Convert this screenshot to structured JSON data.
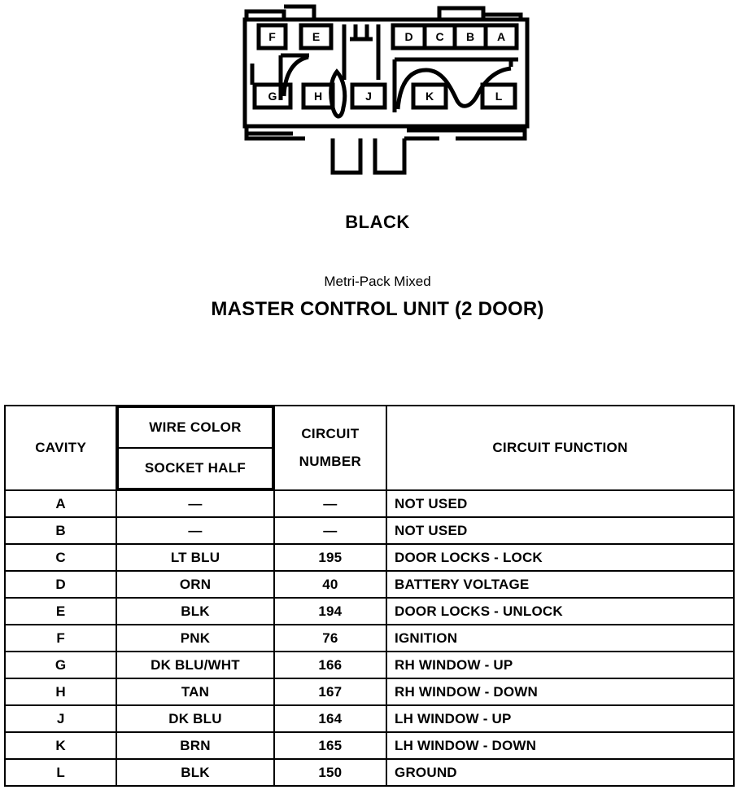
{
  "connector": {
    "color_label": "BLACK",
    "family_label": "Metri-Pack Mixed",
    "component_name": "MASTER CONTROL UNIT (2 DOOR)",
    "cavities_top": [
      "F",
      "E",
      "D",
      "C",
      "B",
      "A"
    ],
    "cavities_bottom": [
      "G",
      "H",
      "J",
      "K",
      "L"
    ],
    "cavity_top": {
      "f": "F",
      "e": "E",
      "d": "D",
      "c": "C",
      "b": "B",
      "a": "A"
    },
    "cavity_bottom": {
      "g": "G",
      "h": "H",
      "j": "J",
      "k": "K",
      "l": "L"
    }
  },
  "table": {
    "headers": {
      "cavity": "CAVITY",
      "wire_color": "WIRE COLOR",
      "socket_half": "SOCKET HALF",
      "circuit_line1": "CIRCUIT",
      "circuit_line2": "NUMBER",
      "circuit_function": "CIRCUIT FUNCTION"
    },
    "rows": [
      {
        "cavity": "A",
        "wire_color": "—",
        "circuit_number": "—",
        "circuit_function": "NOT USED"
      },
      {
        "cavity": "B",
        "wire_color": "—",
        "circuit_number": "—",
        "circuit_function": "NOT USED"
      },
      {
        "cavity": "C",
        "wire_color": "LT BLU",
        "circuit_number": "195",
        "circuit_function": "DOOR LOCKS - LOCK"
      },
      {
        "cavity": "D",
        "wire_color": "ORN",
        "circuit_number": "40",
        "circuit_function": "BATTERY VOLTAGE"
      },
      {
        "cavity": "E",
        "wire_color": "BLK",
        "circuit_number": "194",
        "circuit_function": "DOOR LOCKS - UNLOCK"
      },
      {
        "cavity": "F",
        "wire_color": "PNK",
        "circuit_number": "76",
        "circuit_function": "IGNITION"
      },
      {
        "cavity": "G",
        "wire_color": "DK BLU/WHT",
        "circuit_number": "166",
        "circuit_function": "RH WINDOW - UP"
      },
      {
        "cavity": "H",
        "wire_color": "TAN",
        "circuit_number": "167",
        "circuit_function": "RH WINDOW - DOWN"
      },
      {
        "cavity": "J",
        "wire_color": "DK BLU",
        "circuit_number": "164",
        "circuit_function": "LH WINDOW - UP"
      },
      {
        "cavity": "K",
        "wire_color": "BRN",
        "circuit_number": "165",
        "circuit_function": "LH WINDOW - DOWN"
      },
      {
        "cavity": "L",
        "wire_color": "BLK",
        "circuit_number": "150",
        "circuit_function": "GROUND"
      }
    ]
  },
  "colors": {
    "ink": "#000000",
    "paper": "#ffffff"
  }
}
